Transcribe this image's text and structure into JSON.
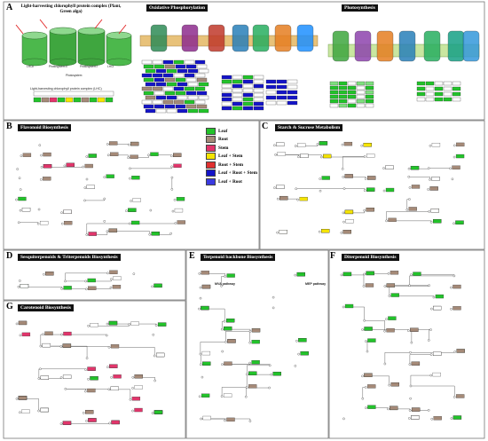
{
  "panels": {
    "A": {
      "label": "A",
      "title_oxphos": "Oxidative Phosphorylation",
      "title_photo": "Photosynthesis",
      "lhc_title": "Light-harvesting chlorophyll protein complex (Plant, Green alga)",
      "lhc_sub": "Light-harvesting chlorophyll protein complex (LHC)",
      "psii": "Photosystem II",
      "psi": "Photosystem I",
      "photosystem": "Photosystem",
      "lhcii": "LHCII",
      "lhci": "LHCI"
    },
    "B": {
      "label": "B",
      "title": "Flavonoid Biosynthesis"
    },
    "C": {
      "label": "C",
      "title": "Starch & Sucrose Metabolism"
    },
    "D": {
      "label": "D",
      "title": "Sesquiterpenoids & Triterpenoids Biosynthesis"
    },
    "E": {
      "label": "E",
      "title": "Terpenoid backbone Biosynthesis",
      "mva": "MVA pathway",
      "mep": "MEP pathway"
    },
    "F": {
      "label": "F",
      "title": "Diterpenoid Biosynthesis"
    },
    "G": {
      "label": "G",
      "title": "Carotenoid Biosynthesis"
    }
  },
  "legend": [
    {
      "label": "Leaf",
      "color": "#22c32a"
    },
    {
      "label": "Root",
      "color": "#a58a78"
    },
    {
      "label": "Stem",
      "color": "#e2356b"
    },
    {
      "label": "Leaf + Stem",
      "color": "#f5e400"
    },
    {
      "label": "Root + Stem",
      "color": "#e03030"
    },
    {
      "label": "Leaf + Root + Stem",
      "color": "#1414c8"
    },
    {
      "label": "Leaf + Root",
      "color": "#3a3ae0"
    }
  ],
  "colors": {
    "leaf": "#22c32a",
    "root": "#a58a78",
    "stem": "#e2356b",
    "leafstem": "#f5e400",
    "blue": "#1414c8",
    "white": "#ffffff"
  }
}
